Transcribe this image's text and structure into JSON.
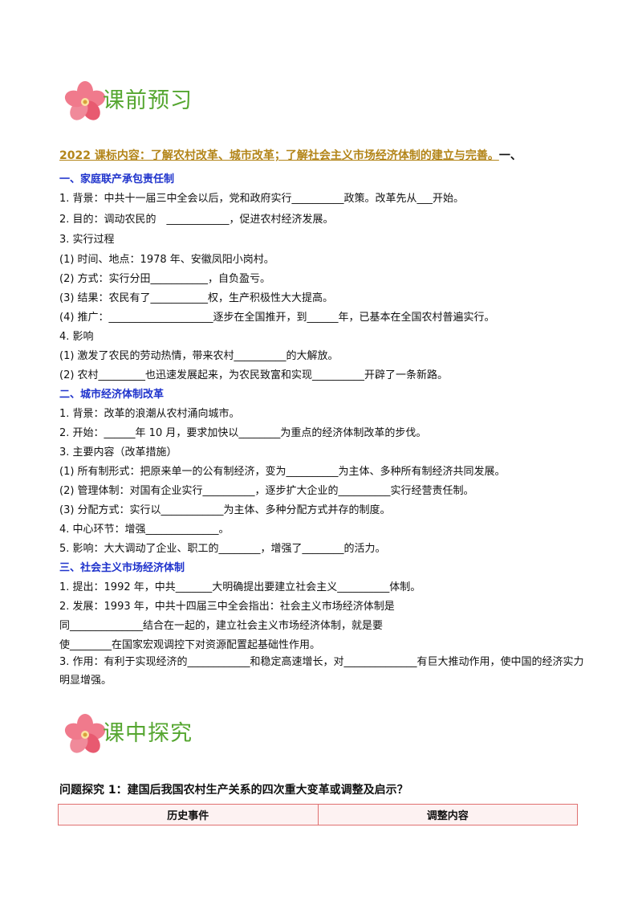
{
  "banners": {
    "preview": "课前预习",
    "explore": "课中探究"
  },
  "standard": {
    "head": "2022 课标内容：了解农村改革、城市改革；了解社会主义市场经济体制的建立与完善。",
    "tail": "一、"
  },
  "section1": {
    "title": "一、家庭联产承包责任制",
    "lines": [
      "1. 背景：中共十一届三中全会以后，党和政府实行__________政策。改革先从___开始。",
      "2. 目的：调动农民的　____________，促进农村经济发展。",
      "3. 实行过程",
      "(1) 时间、地点：1978 年、安徽凤阳小岗村。",
      "(2) 方式：实行分田___________，自负盈亏。",
      "(3) 结果：农民有了___________权，生产积极性大大提高。",
      "(4) 推广：____________________逐步在全国推开，到______年，已基本在全国农村普遍实行。",
      "4. 影响",
      "(1) 激发了农民的劳动热情，带来农村__________的大解放。",
      "(2) 农村_________也迅速发展起来，为农民致富和实现__________开辟了一条新路。"
    ]
  },
  "section2": {
    "title": "二、城市经济体制改革",
    "lines": [
      "1. 背景：改革的浪潮从农村涌向城市。",
      "2. 开始：______年 10 月，要求加快以________为重点的经济体制改革的步伐。",
      "3. 主要内容（改革措施）",
      "(1) 所有制形式：把原来单一的公有制经济，变为__________为主体、多种所有制经济共同发展。",
      "(2) 管理体制：对国有企业实行__________，逐步扩大企业的__________实行经营责任制。",
      "(3) 分配方式：实行以____________为主体、多种分配方式并存的制度。",
      "4. 中心环节：增强______________。",
      "5. 影响：大大调动了企业、职工的________，增强了________的活力。"
    ]
  },
  "section3": {
    "title": "三、社会主义市场经济体制",
    "lines": [
      "1. 提出：1992 年，中共_______大明确提出要建立社会主义__________体制。",
      "2. 发展：1993 年，中共十四届三中全会指出：社会主义市场经济体制是",
      "同______________结合在一起的，建立社会主义市场经济体制，就是要",
      "使________在国家宏观调控下对资源配置起基础性作用。",
      "3. 作用：有利于实现经济的____________和稳定高速增长，对______________有巨大推动作用，使中国的经济实力明显增强。"
    ]
  },
  "question": "问题探究 1：建国后我国农村生产关系的四次重大变革或调整及启示？",
  "table": {
    "headers": [
      "历史事件",
      "调整内容"
    ]
  },
  "colors": {
    "banner_green": "#55a630",
    "section_blue": "#1f33cc",
    "standard_gold": "#b38519",
    "table_border": "#e07070"
  },
  "icons": [
    "flower-icon",
    "flower-icon"
  ]
}
